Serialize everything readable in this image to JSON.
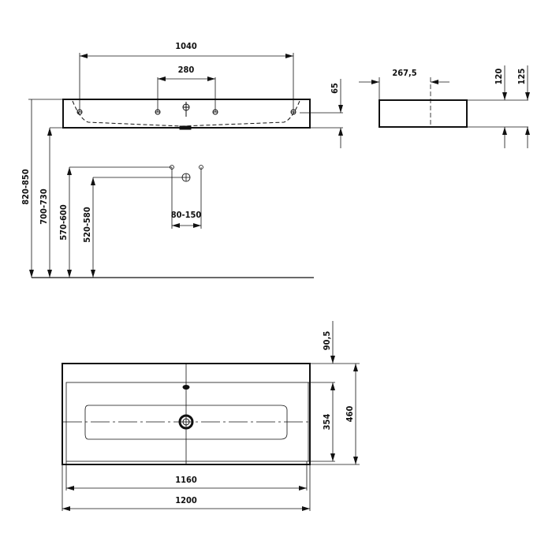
{
  "drawing": {
    "front_view": {
      "tap_hole_spacing_outer": "1040",
      "tap_hole_spacing_inner": "280",
      "rim_height": "65"
    },
    "side_view": {
      "drain_offset": "267,5",
      "height_inner": "120",
      "height_outer": "125"
    },
    "installation": {
      "top_height": "820-850",
      "bottom_height": "700-730",
      "tap_height": "570-600",
      "waste_height": "520-580",
      "waste_offset": "80-150"
    },
    "plan_view": {
      "drain_depth_offset": "90,5",
      "bowl_depth": "354",
      "total_depth": "460",
      "bowl_width": "1160",
      "total_width": "1200"
    }
  },
  "colors": {
    "line": "#111111",
    "background": "#ffffff"
  }
}
